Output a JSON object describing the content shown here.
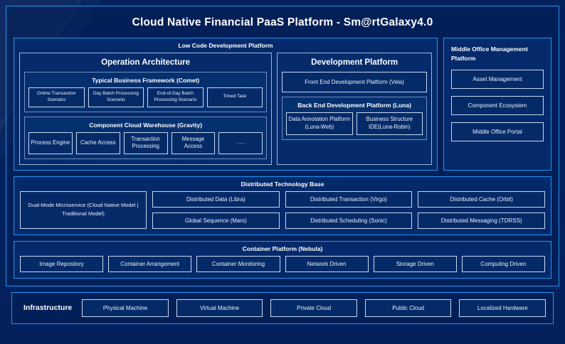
{
  "platform": {
    "title": "Cloud Native Financial PaaS Platform - Sm@rtGalaxy4.0"
  },
  "low_code": {
    "title": "Low Code Development Platform",
    "operation_architecture": {
      "title": "Operation Architecture",
      "groups": [
        {
          "title": "Typical Business Framework (Comet)",
          "items": [
            "Online Transaction Scenario",
            "Day Batch Processing Scenario",
            "End-of-Day Batch Processing Scenario",
            "Timed Task"
          ]
        },
        {
          "title": "Component Cloud Warehouse (Gravity)",
          "items": [
            "Process Engine",
            "Cache Access",
            "Transaction Processing",
            "Message Access",
            "……"
          ]
        }
      ]
    },
    "development_platform": {
      "title": "Development Platform",
      "front_end": "Front End Development Platform (Vela)",
      "back_end": {
        "title": "Back End Development Platform (Luna)",
        "items": [
          "Data Annotation Platform (Luna-Web)",
          "Business Structure IDE(Luna-Robin)"
        ]
      }
    }
  },
  "middle_office": {
    "title": "Middle Office Management Platform",
    "items": [
      "Asset Management",
      "Component Ecosystem",
      "Middle Office Portal"
    ]
  },
  "distributed_technology_base": {
    "title": "Distributed Technology Base",
    "dual_mode": "Dual-Mode Microservice (Cloud Native Model | Traditional Model)",
    "columns": [
      [
        "Distributed Data (Libra)",
        "Global Sequence (Mars)"
      ],
      [
        "Distributed Transaction (Virgo)",
        "Distributed Scheduling (Sonic)"
      ],
      [
        "Distributed Cache (Orbit)",
        "Distributed Messaging (TDRSS)"
      ]
    ]
  },
  "container_platform": {
    "title": "Container Platform (Nebula)",
    "items": [
      "Image Repository",
      "Container Arrangement",
      "Container Monitoring",
      "Network Driven",
      "Storage Driven",
      "Computing Driven"
    ]
  },
  "infrastructure": {
    "label": "Infrastructure",
    "items": [
      "Physical Machine",
      "Virtual Machine",
      "Private Cloud",
      "Public Cloud",
      "Localized Hardware"
    ]
  },
  "colors": {
    "background": "#03215c",
    "accent_border": "#2196f3",
    "panel_fill": "#042a6b",
    "chip_border": "#c8d8ef",
    "text": "#ffffff"
  }
}
